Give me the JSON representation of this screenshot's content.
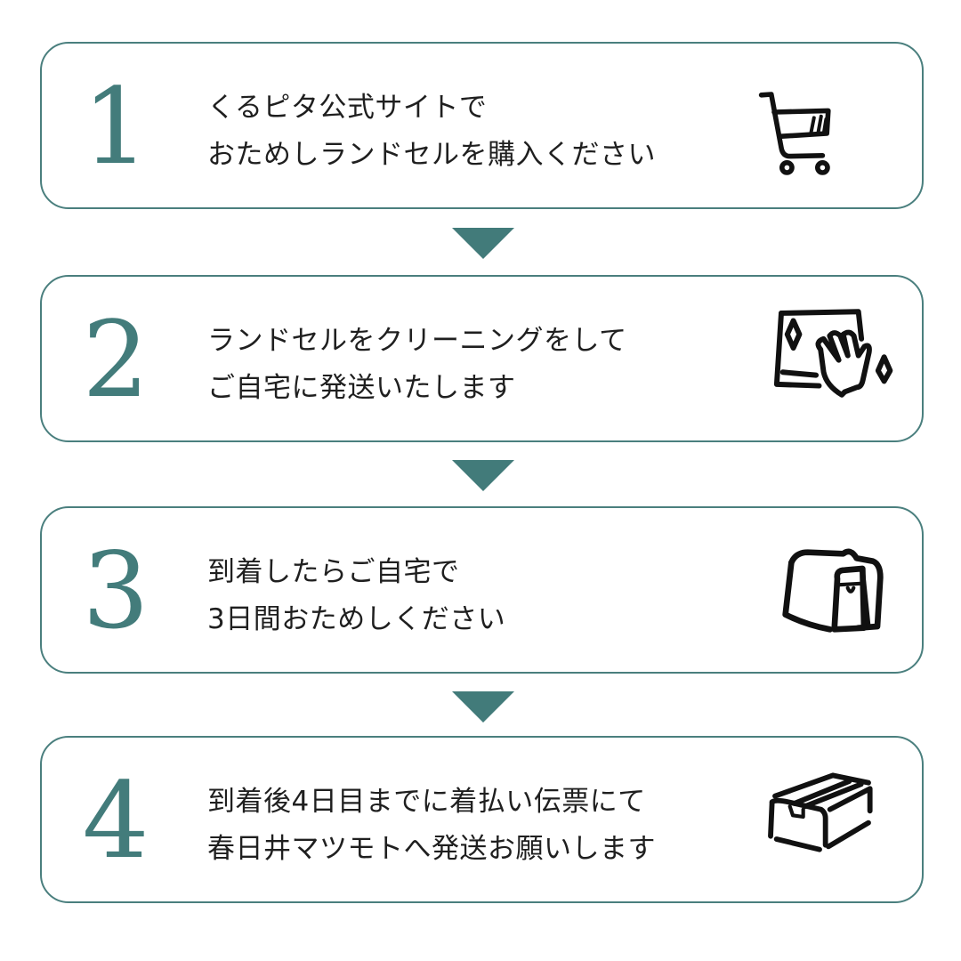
{
  "steps": [
    {
      "number": "1",
      "lines": [
        "くるピタ公式サイトで",
        "おためしランドセルを購入ください"
      ],
      "icon": "shopping-cart-icon"
    },
    {
      "number": "2",
      "lines": [
        "ランドセルをクリーニングをして",
        "ご自宅に発送いたします"
      ],
      "icon": "cleaning-hand-sparkle-icon"
    },
    {
      "number": "3",
      "lines": [
        "到着したらご自宅で",
        "3日間おためしください"
      ],
      "icon": "randoseru-backpack-icon"
    },
    {
      "number": "4",
      "lines": [
        "到着後4日目までに着払い伝票にて",
        "春日井マツモトへ発送お願いします"
      ],
      "icon": "shipping-box-icon"
    }
  ],
  "colors": {
    "accent": "#437c7b",
    "border": "#4a7f7e",
    "text": "#1f1f1f",
    "icon": "#111111"
  }
}
